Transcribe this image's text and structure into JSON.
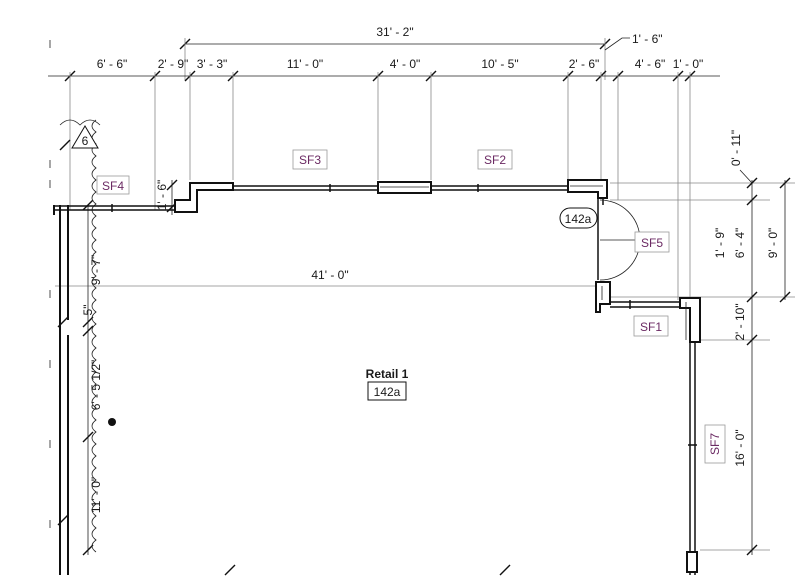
{
  "room": {
    "name": "Retail 1",
    "number": "142a"
  },
  "tags": {
    "sf1": "SF1",
    "sf2": "SF2",
    "sf3": "SF3",
    "sf4": "SF4",
    "sf5": "SF5",
    "sf7": "SF7",
    "door_number": "142a",
    "grid_bubble": "6"
  },
  "dims": {
    "overall_top": "31' - 2\"",
    "top_1": "6' - 6\"",
    "top_2": "2' - 9\"",
    "top_3": "3' - 3\"",
    "top_4": "11' - 0\"",
    "top_5": "4' - 0\"",
    "top_6": "10' - 5\"",
    "top_7": "2' - 6\"",
    "top_8": "4' - 6\"",
    "top_9": "1' - 0\"",
    "leader_top": "1' - 6\"",
    "interior_width": "41' - 0\"",
    "sf4_offset": "1' - 6\"",
    "left_1": "9' - 7\"",
    "left_2": "5\"",
    "left_3": "6' - 5 1/2\"",
    "left_4": "11' - 0\"",
    "right_1": "0' - 11\"",
    "right_2": "1' - 9\"",
    "right_3": "6' - 4\"",
    "right_4": "9' - 0\"",
    "right_5": "2' - 10\"",
    "right_6": "16' - 0\""
  },
  "colors": {
    "tag_text": "#6b2a63",
    "line": "#111111"
  }
}
